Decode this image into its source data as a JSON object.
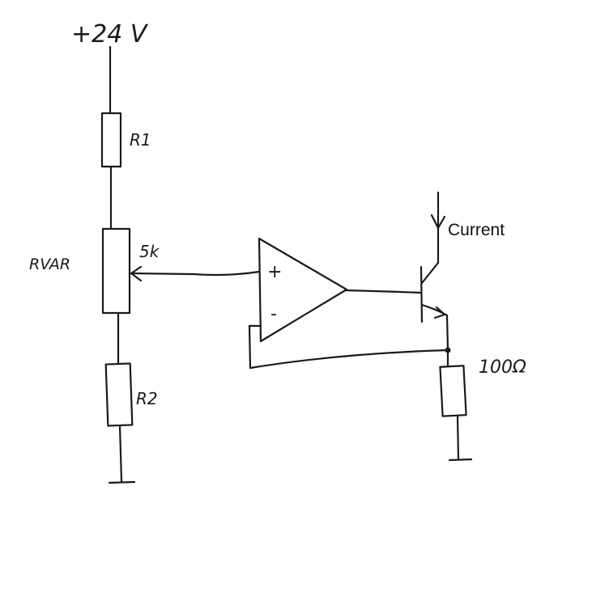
{
  "labels": {
    "supply": "+24 V",
    "r1": "R1",
    "rvar": "RVAR",
    "rvar_value": "5k",
    "r2": "R2",
    "opamp_plus": "+",
    "opamp_minus": "-",
    "current": "Current",
    "sense_resistor": "100Ω"
  },
  "colors": {
    "ink": "#1a1a1a",
    "background": "#ffffff"
  }
}
